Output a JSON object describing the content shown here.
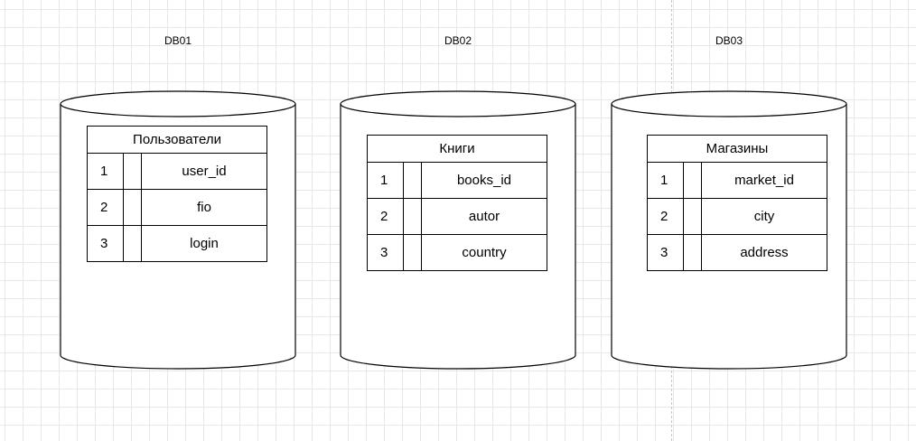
{
  "databases": [
    {
      "label": "DB01",
      "table": {
        "title": "Пользователи",
        "rows": [
          {
            "num": "1",
            "name": "user_id"
          },
          {
            "num": "2",
            "name": "fio"
          },
          {
            "num": "3",
            "name": "login"
          }
        ]
      }
    },
    {
      "label": "DB02",
      "table": {
        "title": "Книги",
        "rows": [
          {
            "num": "1",
            "name": "books_id"
          },
          {
            "num": "2",
            "name": "autor"
          },
          {
            "num": "3",
            "name": "country"
          }
        ]
      }
    },
    {
      "label": "DB03",
      "table": {
        "title": "Магазины",
        "rows": [
          {
            "num": "1",
            "name": "market_id"
          },
          {
            "num": "2",
            "name": "city"
          },
          {
            "num": "3",
            "name": "address"
          }
        ]
      }
    }
  ]
}
